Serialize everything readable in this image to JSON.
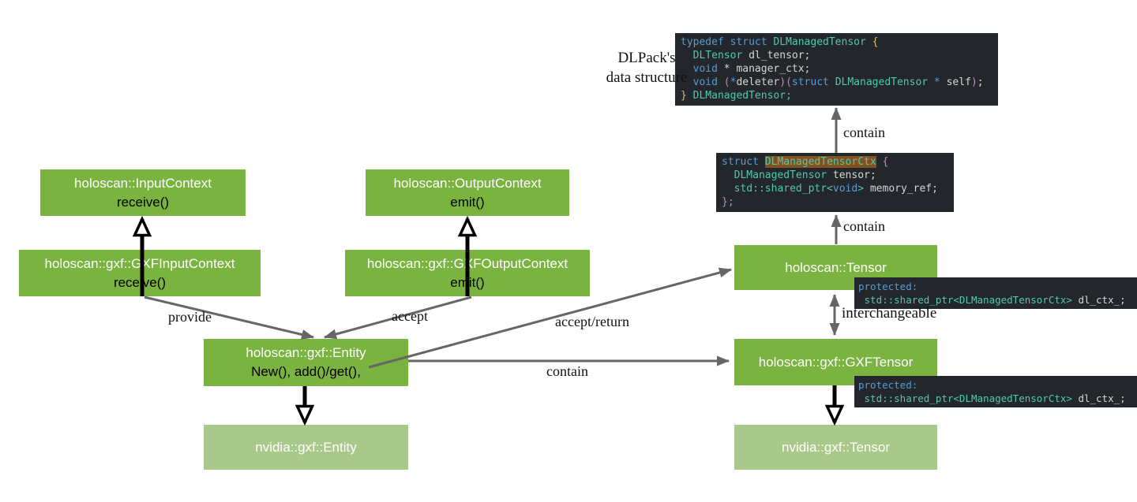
{
  "colors": {
    "green": "#7AB33F",
    "light_green": "#A8C98A",
    "code_bg": "#23272B",
    "arrow_gray": "#666666",
    "kw": "#569CD6",
    "type": "#4EC9B0",
    "plain": "#D4D4D4",
    "brace_yellow": "#D7BA7D",
    "brace_magenta": "#C586C0",
    "highlight_bg": "#84511E"
  },
  "annotation": {
    "line1": "DLPack's",
    "line2": "data structure"
  },
  "boxes": {
    "input_context": {
      "title": "holoscan::InputContext",
      "method": "receive()"
    },
    "output_context": {
      "title": "holoscan::OutputContext",
      "method": "emit()"
    },
    "gxf_input_context": {
      "title": "holoscan::gxf::GXFInputContext",
      "method": "receive()"
    },
    "gxf_output_context": {
      "title": "holoscan::gxf::GXFOutputContext",
      "method": "emit()"
    },
    "entity": {
      "title": "holoscan::gxf::Entity",
      "method": "New(), add()/get(),"
    },
    "nvidia_entity": {
      "title": "nvidia::gxf::Entity"
    },
    "tensor": {
      "title": "holoscan::Tensor"
    },
    "gxf_tensor": {
      "title": "holoscan::gxf::GXFTensor"
    },
    "nvidia_tensor": {
      "title": "nvidia::gxf::Tensor"
    }
  },
  "edge_labels": {
    "provide": "provide",
    "accept": "accept",
    "accept_return": "accept/return",
    "contain_entity": "contain",
    "contain_upper": "contain",
    "contain_lower": "contain",
    "interchangeable": "interchangeable"
  },
  "code_blocks": {
    "dlmanaged_tensor": {
      "lines": [
        [
          [
            "typedef struct ",
            "kw"
          ],
          [
            "DLManagedTensor ",
            "type"
          ],
          [
            "{",
            "brace_yellow"
          ]
        ],
        [
          [
            "  DLTensor",
            "type"
          ],
          [
            " dl_tensor;",
            "plain"
          ]
        ],
        [
          [
            "  void",
            "kw"
          ],
          [
            " * manager_ctx;",
            "plain"
          ]
        ],
        [
          [
            "  void ",
            "kw"
          ],
          [
            "(",
            "brace_magenta"
          ],
          [
            "*",
            "kw"
          ],
          [
            "deleter",
            "plain"
          ],
          [
            ")(",
            "brace_magenta"
          ],
          [
            "struct ",
            "kw"
          ],
          [
            "DLManagedTensor",
            "type"
          ],
          [
            " * ",
            "kw"
          ],
          [
            "self",
            "plain"
          ],
          [
            ")",
            "brace_magenta"
          ],
          [
            ";",
            "plain"
          ]
        ],
        [
          [
            "} ",
            "brace_yellow"
          ],
          [
            "DLManagedTensor;",
            "type"
          ]
        ]
      ]
    },
    "dlmanaged_tensor_ctx": {
      "lines": [
        [
          [
            "struct ",
            "kw"
          ],
          [
            "DLManagedTensorCtx",
            "hl"
          ],
          [
            " ",
            "plain"
          ],
          [
            "{",
            "brace_magenta"
          ]
        ],
        [
          [
            "  DLManagedTensor",
            "type"
          ],
          [
            " tensor;",
            "plain"
          ]
        ],
        [
          [
            "  std::shared_ptr<",
            "type"
          ],
          [
            "void",
            "kw"
          ],
          [
            "> ",
            "type"
          ],
          [
            "memory_ref;",
            "plain"
          ]
        ],
        [
          [
            "};",
            "brace_magenta"
          ]
        ]
      ]
    },
    "tensor_protected": {
      "lines": [
        [
          [
            "protected:",
            "kw"
          ]
        ],
        [
          [
            " std::shared_ptr<DLManagedTensorCtx> ",
            "type"
          ],
          [
            "dl_ctx_;",
            "plain"
          ]
        ]
      ]
    },
    "gxf_tensor_protected": {
      "lines": [
        [
          [
            "protected:",
            "kw"
          ]
        ],
        [
          [
            " std::shared_ptr<DLManagedTensorCtx> ",
            "type"
          ],
          [
            "dl_ctx_;",
            "plain"
          ]
        ]
      ]
    }
  }
}
